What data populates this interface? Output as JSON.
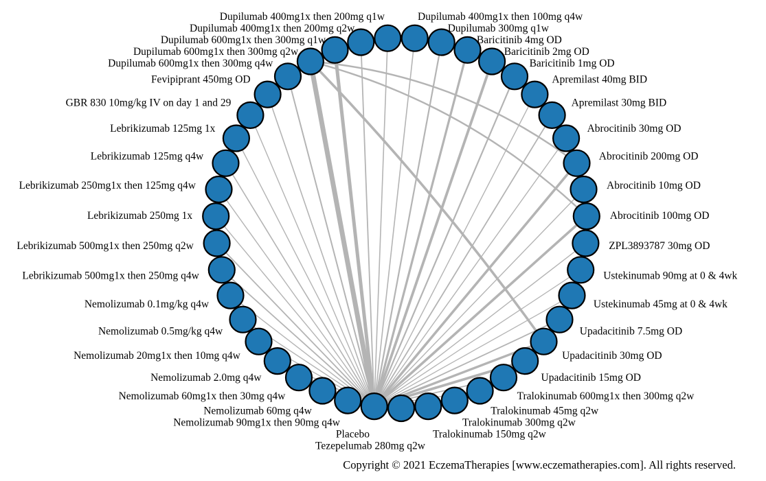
{
  "chart_data": {
    "type": "network",
    "layout": "circle",
    "title": "",
    "legend": null,
    "node_color": "#1f78b4",
    "node_border_color": "#000000",
    "edge_color": "#b4b4b4",
    "background_color": "#ffffff",
    "label_color": "#000000",
    "nodes": [
      "Dupilumab 400mg1x then 200mg q1w",
      "Dupilumab 400mg1x then 100mg q4w",
      "Dupilumab 300mg q1w",
      "Baricitinib 4mg OD",
      "Baricitinib 2mg OD",
      "Baricitinib 1mg OD",
      "Apremilast 40mg BID",
      "Apremilast 30mg BID",
      "Abrocitinib 30mg OD",
      "Abrocitinib 200mg OD",
      "Abrocitinib 10mg OD",
      "Abrocitinib 100mg OD",
      "ZPL3893787 30mg OD",
      "Ustekinumab 90mg at 0 & 4wk",
      "Ustekinumab 45mg at 0 & 4wk",
      "Upadacitinib 7.5mg OD",
      "Upadacitinib 30mg OD",
      "Upadacitinib 15mg OD",
      "Tralokinumab 600mg1x then 300mg q2w",
      "Tralokinumab 45mg q2w",
      "Tralokinumab 300mg q2w",
      "Tralokinumab 150mg q2w",
      "Tezepelumab 280mg q2w",
      "Placebo",
      "Nemolizumab 90mg1x then 90mg q4w",
      "Nemolizumab 60mg q4w",
      "Nemolizumab 60mg1x then 30mg q4w",
      "Nemolizumab 2.0mg q4w",
      "Nemolizumab 20mg1x then 10mg q4w",
      "Nemolizumab 0.5mg/kg q4w",
      "Nemolizumab 0.1mg/kg q4w",
      "Lebrikizumab 500mg1x then 250mg q4w",
      "Lebrikizumab 500mg1x then 250mg q2w",
      "Lebrikizumab 250mg 1x",
      "Lebrikizumab 250mg1x then 125mg q4w",
      "Lebrikizumab 125mg q4w",
      "Lebrikizumab 125mg 1x",
      "GBR 830 10mg/kg IV on day 1 and 29",
      "Fevipiprant 450mg OD",
      "Dupilumab 600mg1x then 300mg q4w",
      "Dupilumab 600mg1x then 300mg q2w",
      "Dupilumab 600mg1x then 300mg q1w",
      "Dupilumab 400mg1x then 200mg q2w"
    ],
    "edges": [
      {
        "a": "Placebo",
        "b": "Dupilumab 400mg1x then 200mg q1w",
        "w": 1.6
      },
      {
        "a": "Placebo",
        "b": "Dupilumab 400mg1x then 100mg q4w",
        "w": 1.6
      },
      {
        "a": "Placebo",
        "b": "Dupilumab 300mg q1w",
        "w": 2.2
      },
      {
        "a": "Placebo",
        "b": "Baricitinib 4mg OD",
        "w": 3.2
      },
      {
        "a": "Placebo",
        "b": "Baricitinib 2mg OD",
        "w": 3.8
      },
      {
        "a": "Placebo",
        "b": "Baricitinib 1mg OD",
        "w": 2.2
      },
      {
        "a": "Placebo",
        "b": "Apremilast 40mg BID",
        "w": 1.4
      },
      {
        "a": "Placebo",
        "b": "Apremilast 30mg BID",
        "w": 1.8
      },
      {
        "a": "Placebo",
        "b": "Abrocitinib 30mg OD",
        "w": 1.4
      },
      {
        "a": "Placebo",
        "b": "Abrocitinib 200mg OD",
        "w": 3.6
      },
      {
        "a": "Placebo",
        "b": "Abrocitinib 10mg OD",
        "w": 1.4
      },
      {
        "a": "Placebo",
        "b": "Abrocitinib 100mg OD",
        "w": 3.6
      },
      {
        "a": "Placebo",
        "b": "ZPL3893787 30mg OD",
        "w": 1.4
      },
      {
        "a": "Placebo",
        "b": "Ustekinumab 90mg at 0 & 4wk",
        "w": 1.3
      },
      {
        "a": "Placebo",
        "b": "Ustekinumab 45mg at 0 & 4wk",
        "w": 1.3
      },
      {
        "a": "Placebo",
        "b": "Upadacitinib 7.5mg OD",
        "w": 1.8
      },
      {
        "a": "Placebo",
        "b": "Upadacitinib 30mg OD",
        "w": 3.4
      },
      {
        "a": "Placebo",
        "b": "Upadacitinib 15mg OD",
        "w": 3.8
      },
      {
        "a": "Placebo",
        "b": "Tralokinumab 600mg1x then 300mg q2w",
        "w": 1.8
      },
      {
        "a": "Placebo",
        "b": "Tralokinumab 45mg q2w",
        "w": 1.5
      },
      {
        "a": "Placebo",
        "b": "Tralokinumab 300mg q2w",
        "w": 4.2
      },
      {
        "a": "Placebo",
        "b": "Tralokinumab 150mg q2w",
        "w": 1.8
      },
      {
        "a": "Placebo",
        "b": "Tezepelumab 280mg q2w",
        "w": 1.4
      },
      {
        "a": "Placebo",
        "b": "Nemolizumab 90mg1x then 90mg q4w",
        "w": 1.4
      },
      {
        "a": "Placebo",
        "b": "Nemolizumab 60mg q4w",
        "w": 1.4
      },
      {
        "a": "Placebo",
        "b": "Nemolizumab 60mg1x then 30mg q4w",
        "w": 1.4
      },
      {
        "a": "Placebo",
        "b": "Nemolizumab 2.0mg q4w",
        "w": 1.6
      },
      {
        "a": "Placebo",
        "b": "Nemolizumab 20mg1x then 10mg q4w",
        "w": 1.4
      },
      {
        "a": "Placebo",
        "b": "Nemolizumab 0.5mg/kg q4w",
        "w": 1.4
      },
      {
        "a": "Placebo",
        "b": "Nemolizumab 0.1mg/kg q4w",
        "w": 1.4
      },
      {
        "a": "Placebo",
        "b": "Lebrikizumab 500mg1x then 250mg q4w",
        "w": 1.8
      },
      {
        "a": "Placebo",
        "b": "Lebrikizumab 500mg1x then 250mg q2w",
        "w": 1.8
      },
      {
        "a": "Placebo",
        "b": "Lebrikizumab 250mg 1x",
        "w": 1.4
      },
      {
        "a": "Placebo",
        "b": "Lebrikizumab 250mg1x then 125mg q4w",
        "w": 1.4
      },
      {
        "a": "Placebo",
        "b": "Lebrikizumab 125mg q4w",
        "w": 1.6
      },
      {
        "a": "Placebo",
        "b": "Lebrikizumab 125mg 1x",
        "w": 1.4
      },
      {
        "a": "Placebo",
        "b": "GBR 830 10mg/kg IV on day 1 and 29",
        "w": 1.4
      },
      {
        "a": "Placebo",
        "b": "Fevipiprant 450mg OD",
        "w": 1.6
      },
      {
        "a": "Placebo",
        "b": "Dupilumab 600mg1x then 300mg q4w",
        "w": 2.0
      },
      {
        "a": "Placebo",
        "b": "Dupilumab 600mg1x then 300mg q2w",
        "w": 7.0
      },
      {
        "a": "Placebo",
        "b": "Dupilumab 600mg1x then 300mg q1w",
        "w": 5.0
      },
      {
        "a": "Placebo",
        "b": "Dupilumab 400mg1x then 200mg q2w",
        "w": 1.8
      },
      {
        "a": "Dupilumab 600mg1x then 300mg q2w",
        "b": "Abrocitinib 200mg OD",
        "w": 2.4,
        "curve": 30
      },
      {
        "a": "Dupilumab 600mg1x then 300mg q2w",
        "b": "Abrocitinib 100mg OD",
        "w": 2.4,
        "curve": 30
      },
      {
        "a": "Dupilumab 600mg1x then 300mg q2w",
        "b": "Upadacitinib 30mg OD",
        "w": 3.6,
        "curve": 10
      }
    ],
    "copyright": "Copyright © 2021 EczemaTherapies [www.eczematherapies.com]. All rights reserved."
  }
}
